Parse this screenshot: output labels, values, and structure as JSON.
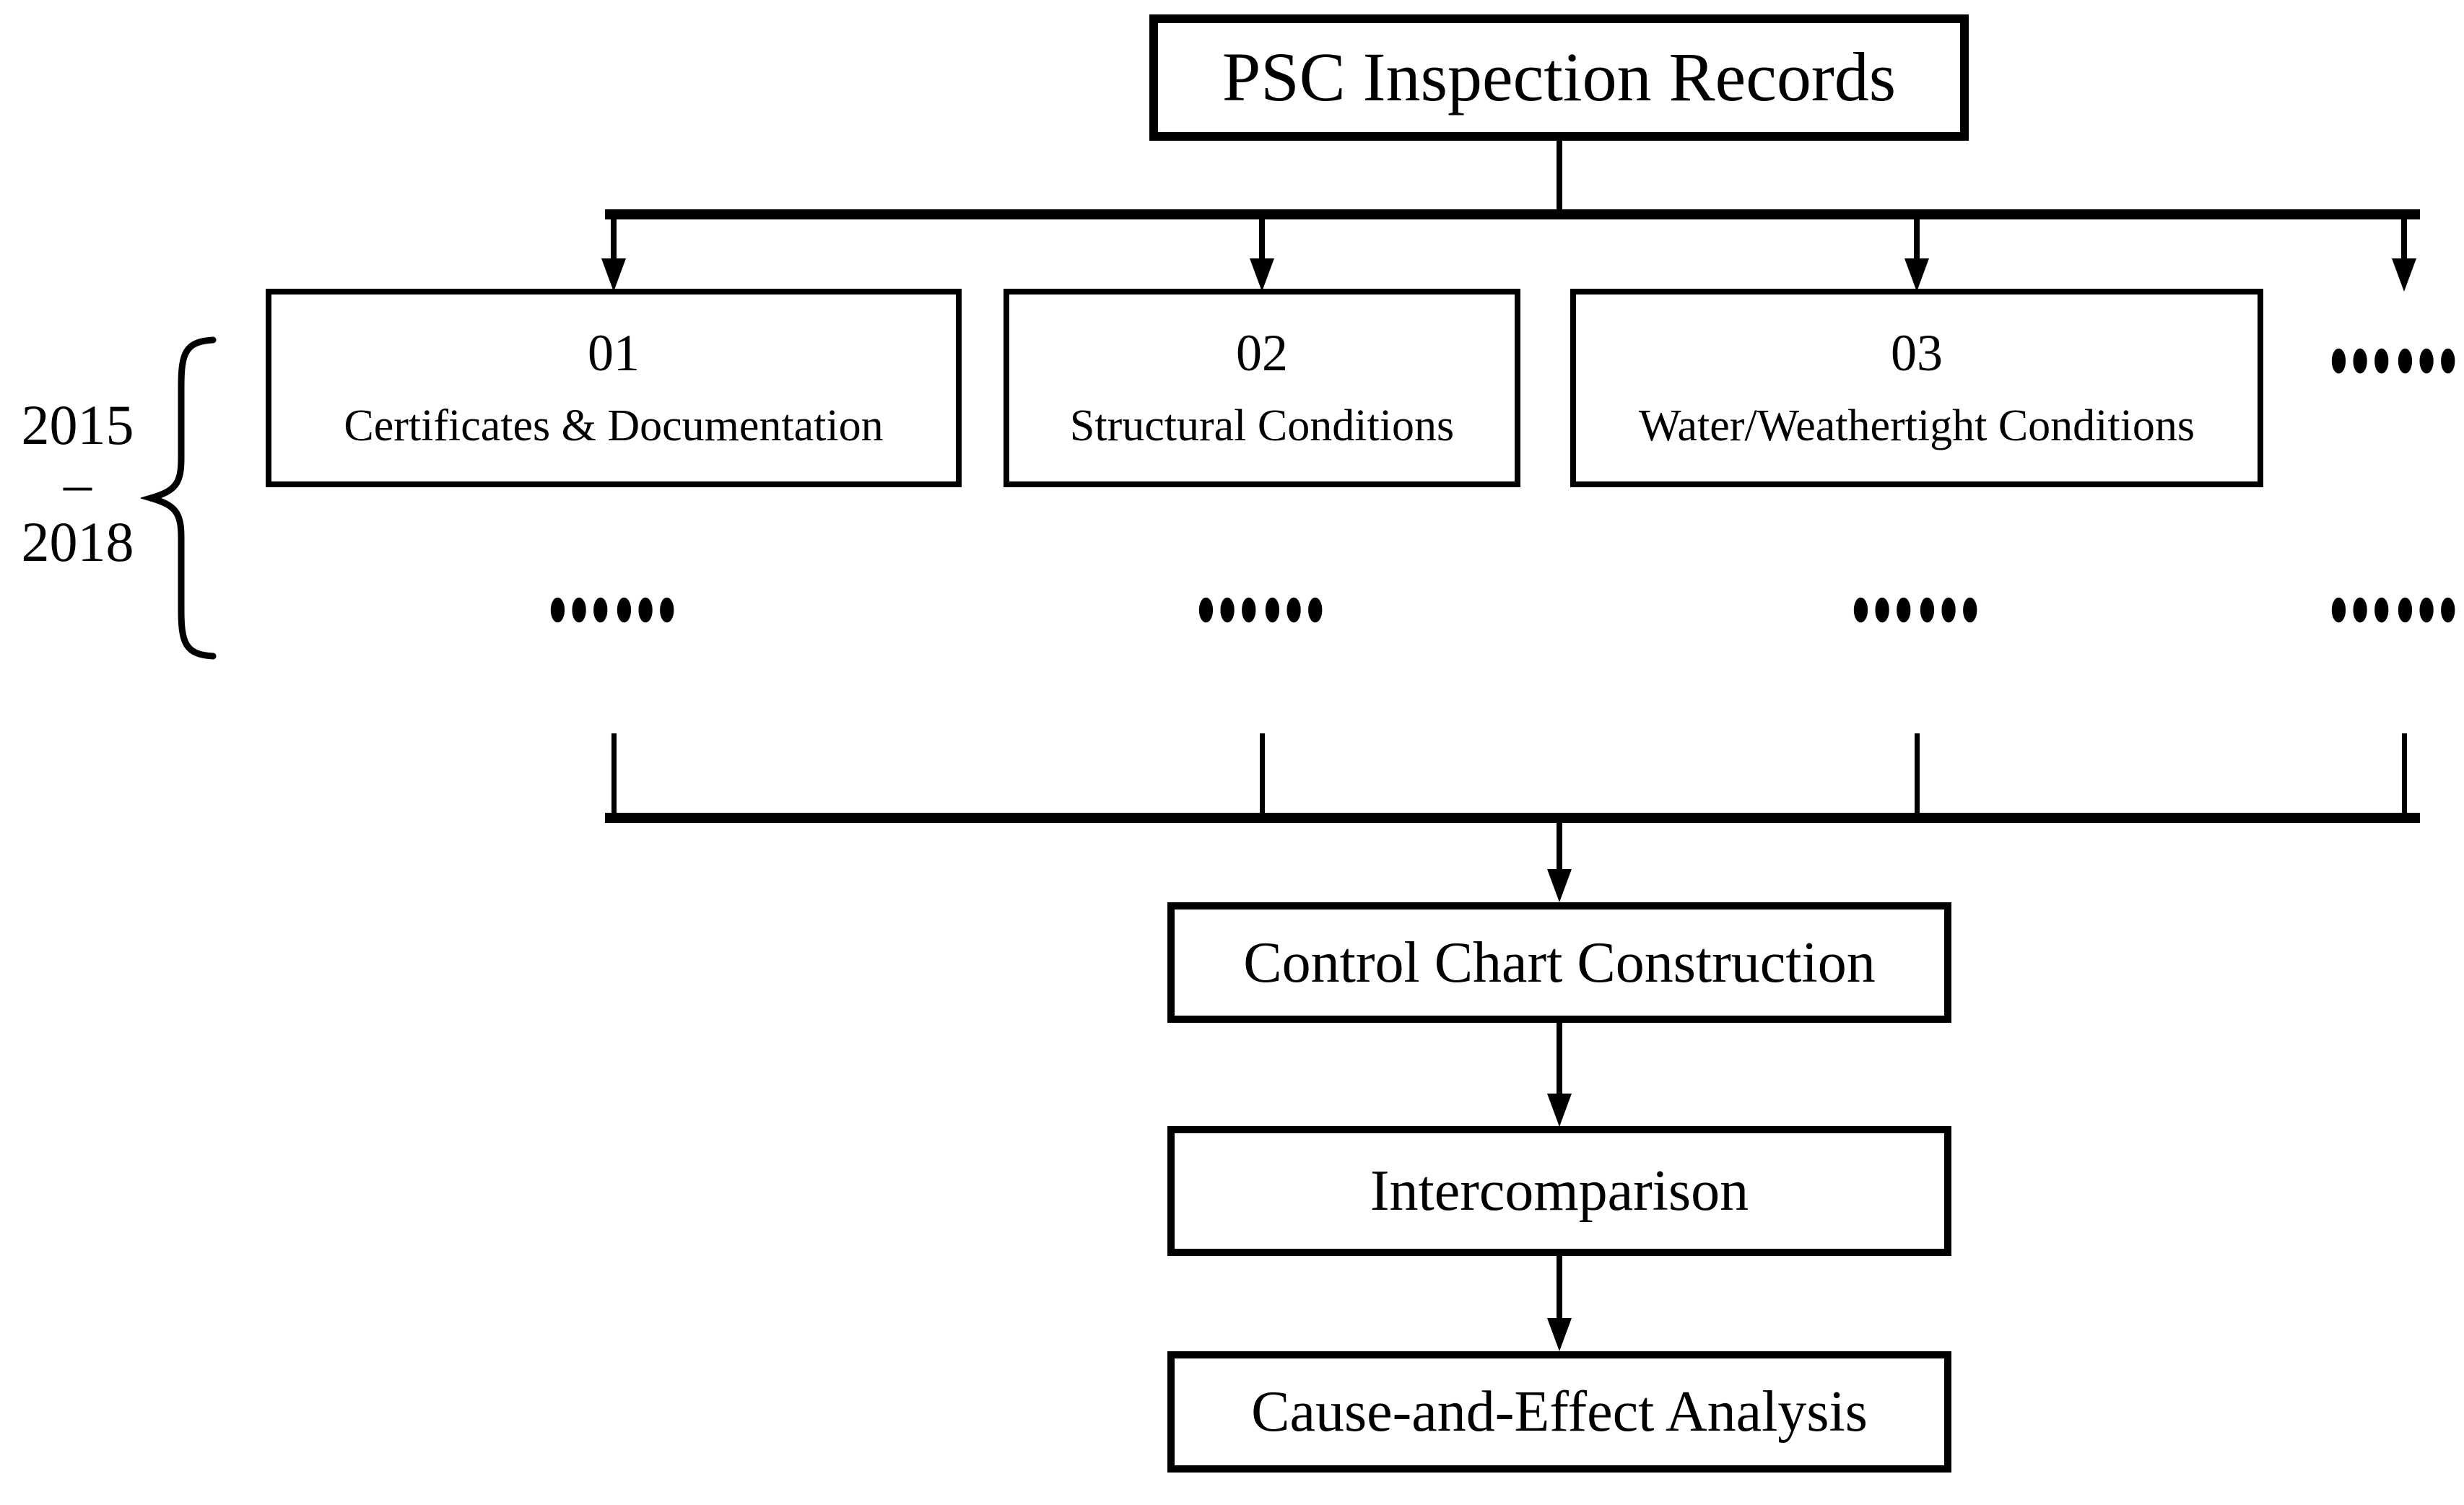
{
  "diagram": {
    "title_box": {
      "label": "PSC Inspection Records"
    },
    "period": {
      "lines": [
        "2015",
        "–",
        "2018"
      ]
    },
    "ellipsis": "……",
    "branches": [
      {
        "code": "01",
        "label": "Certificates & Documentation"
      },
      {
        "code": "02",
        "label": "Structural Conditions"
      },
      {
        "code": "03",
        "label": "Water/Weathertight Conditions"
      }
    ],
    "flow_steps": [
      {
        "label": "Control Chart Construction"
      },
      {
        "label": "Intercomparison"
      },
      {
        "label": "Cause-and-Effect Analysis"
      }
    ],
    "colors": {
      "ink": "#000000",
      "background": "#ffffff"
    }
  }
}
